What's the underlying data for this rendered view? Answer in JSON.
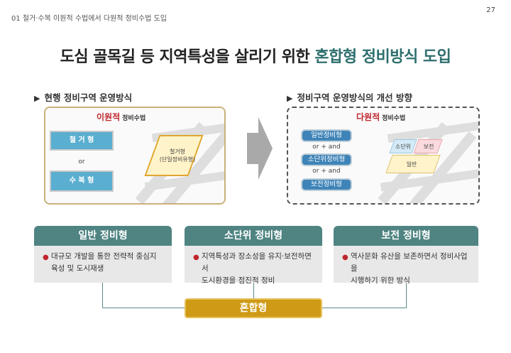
{
  "header": {
    "breadcrumb": "01 철거·수복 이원적 수법에서 다원적 정비수법 도입",
    "page_number": "27"
  },
  "title": {
    "part1": "도심 골목길 등  지역특성을 살리기 위한 ",
    "highlight": "혼합형 정비방식 도입"
  },
  "left_section": {
    "heading_marker": "▶",
    "heading": "현행 정비구역 운영방식",
    "box_title_red": "이원적",
    "box_title_sub": "정비수법",
    "btn_demolition": "철 거 형",
    "or_text": "or",
    "btn_repair": "수 복 형",
    "parcel_text_line1": "철거형",
    "parcel_text_line2": "(단일정비유형)"
  },
  "right_section": {
    "heading_marker": "▶",
    "heading": "정비구역 운영방식의 개선 방향",
    "box_title_red": "다원적",
    "box_title_sub": "정비수법",
    "btn_general": "일반정비형",
    "or_and_1": "or + and",
    "btn_small_unit": "소단위정비형",
    "or_and_2": "or + and",
    "btn_conservation": "보전정비형",
    "map_label_small": "소단위",
    "map_label_conserve": "보전",
    "map_label_general": "일반"
  },
  "types": [
    {
      "title": "일반 정비형",
      "bullet": "●",
      "line1": "대규모 개발을 통한 전략적 중심지",
      "line2": "육성 및 도시재생"
    },
    {
      "title": "소단위 정비형",
      "bullet": "●",
      "line1": "지역특성과 장소성을 유지·보전하면서",
      "line2": "도시환경을 점진적 정비"
    },
    {
      "title": "보전 정비형",
      "bullet": "●",
      "line1": "역사문화 유산을 보존하면서 정비사업을",
      "line2": "시행하기 위한 방식"
    }
  ],
  "mixed": {
    "label": "혼합형"
  },
  "colors": {
    "accent_teal": "#2e6f6e",
    "emphasis_red": "#c0262c",
    "button_blue": "#5aaed0",
    "button_dark_blue": "#3f84b8",
    "type_header": "#4f8482",
    "mixed_gold": "#cf9a16"
  }
}
